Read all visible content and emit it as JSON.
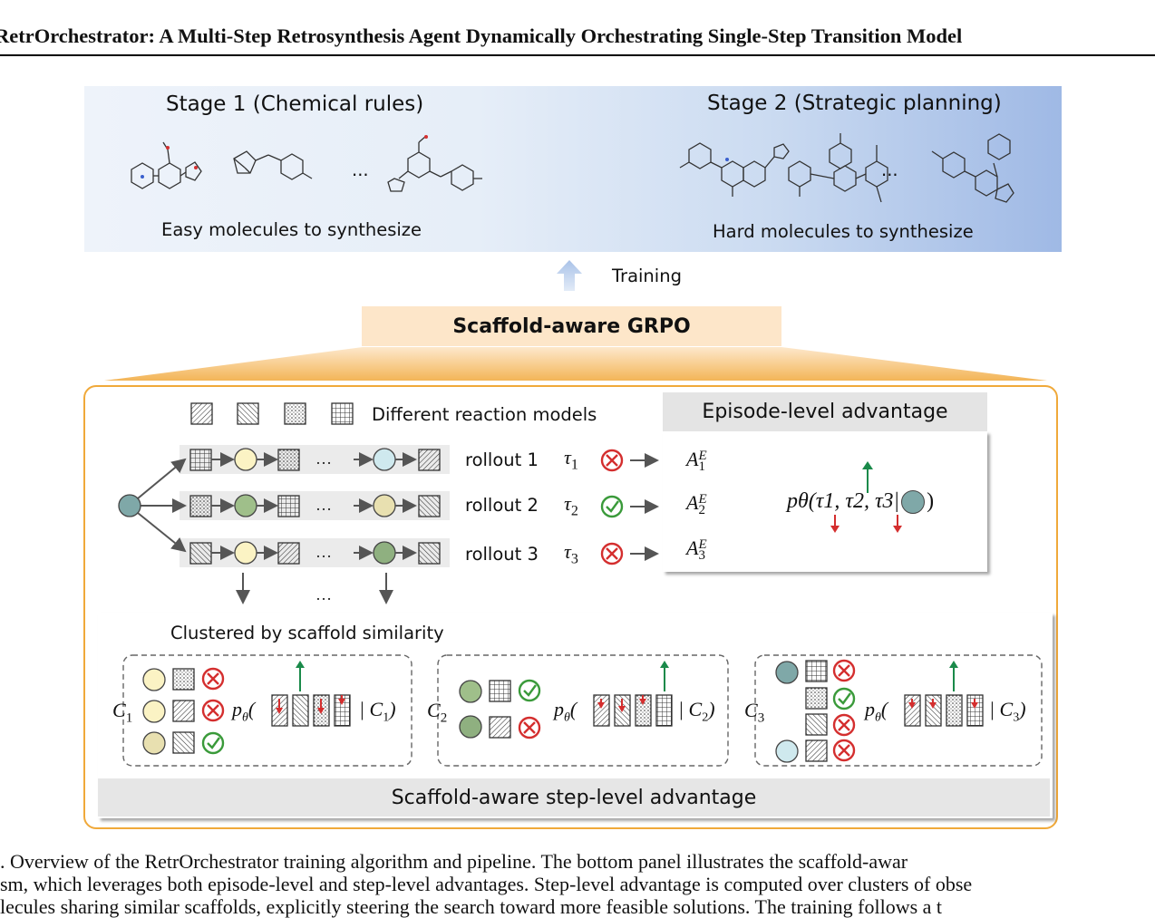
{
  "paper": {
    "title": "RetrOrchestrator: A Multi-Step Retrosynthesis Agent Dynamically Orchestrating Single-Step Transition Model",
    "caption_lines": [
      ". Overview of the RetrOrchestrator training algorithm and pipeline. The bottom panel illustrates the scaffold-awar",
      "sm, which leverages both episode-level and step-level advantages. Step-level advantage is computed over clusters of obse",
      "lecules sharing similar scaffolds, explicitly steering the search toward more feasible solutions. The training follows a t"
    ]
  },
  "figure": {
    "stage1_title": "Stage 1 (Chemical rules)",
    "stage1_sub": "Easy molecules to synthesize",
    "stage2_title": "Stage 2 (Strategic planning)",
    "stage2_sub": "Hard molecules to synthesize",
    "ellipsis": "...",
    "training_label": "Training",
    "grpo_label": "Scaffold-aware GRPO",
    "legend_label": "Different reaction models",
    "episode_title": "Episode-level advantage",
    "rollouts": [
      {
        "label": "rollout 1",
        "tau": "τ",
        "sub": "1",
        "adv": "A",
        "adv_sub": "1",
        "adv_sup": "E",
        "result": "fail"
      },
      {
        "label": "rollout 2",
        "tau": "τ",
        "sub": "2",
        "adv": "A",
        "adv_sub": "2",
        "adv_sup": "E",
        "result": "success"
      },
      {
        "label": "rollout 3",
        "tau": "τ",
        "sub": "3",
        "adv": "A",
        "adv_sub": "3",
        "adv_sup": "E",
        "result": "fail"
      }
    ],
    "policy_expr": "pθ(τ1, τ2, τ3|",
    "cluster_title": "Clustered by scaffold similarity",
    "clusters": [
      {
        "label": "C",
        "sub": "1"
      },
      {
        "label": "C",
        "sub": "2"
      },
      {
        "label": "C",
        "sub": "3"
      }
    ],
    "step_footer": "Scaffold-aware step-level advantage"
  },
  "colors": {
    "accent_orange": "#f0a93a",
    "grpo_fill": "#fde6c9",
    "success_green": "#3a9a3a",
    "fail_red": "#d42e2e",
    "up_arrow": "#1a8a4a",
    "down_arrow": "#d42e2e",
    "node_teal": "#7fa8a8",
    "node_yellow": "#fbf3c4",
    "node_green": "#9fbf8a",
    "node_cyan": "#cfe9ee",
    "node_khaki": "#e8e0b0"
  },
  "icons": [
    "molecule-structure-icon",
    "hatched-box-icon",
    "dotted-box-icon",
    "grid-box-icon",
    "check-circle-icon",
    "cross-circle-icon",
    "up-arrow-icon",
    "down-arrow-icon"
  ]
}
